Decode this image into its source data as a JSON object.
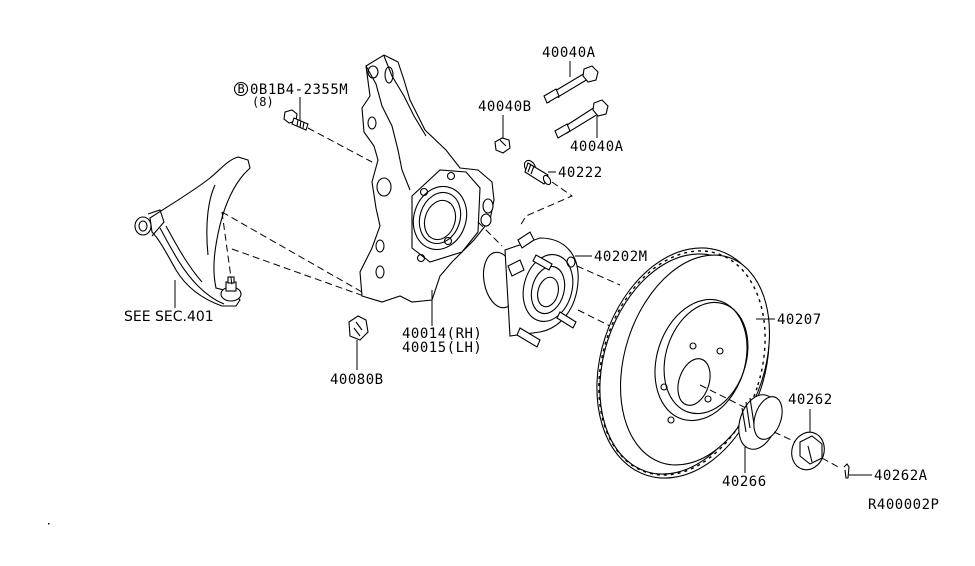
{
  "diagram": {
    "type": "exploded parts diagram",
    "subject": "Front axle - knuckle, hub, rotor",
    "reference_code": "R400002P",
    "parts": [
      {
        "id": "bolt-0b1b4",
        "number": "0B1B4-2355M",
        "marker": "B",
        "qty": "(8)"
      },
      {
        "id": "bolt-40040a-upper",
        "number": "40040A"
      },
      {
        "id": "bolt-40040a-lower",
        "number": "40040A"
      },
      {
        "id": "nut-40040b",
        "number": "40040B"
      },
      {
        "id": "stud-40222",
        "number": "40222"
      },
      {
        "id": "hub-40202m",
        "number": "40202M"
      },
      {
        "id": "rotor-40207",
        "number": "40207"
      },
      {
        "id": "knuckle",
        "number_rh": "40014(RH)",
        "number_lh": "40015(LH)"
      },
      {
        "id": "nut-40080b",
        "number": "40080B"
      },
      {
        "id": "lower-arm",
        "note": "SEE SEC.401"
      },
      {
        "id": "nut-40262",
        "number": "40262"
      },
      {
        "id": "pin-40262a",
        "number": "40262A"
      },
      {
        "id": "cap-40266",
        "number": "40266"
      }
    ]
  }
}
